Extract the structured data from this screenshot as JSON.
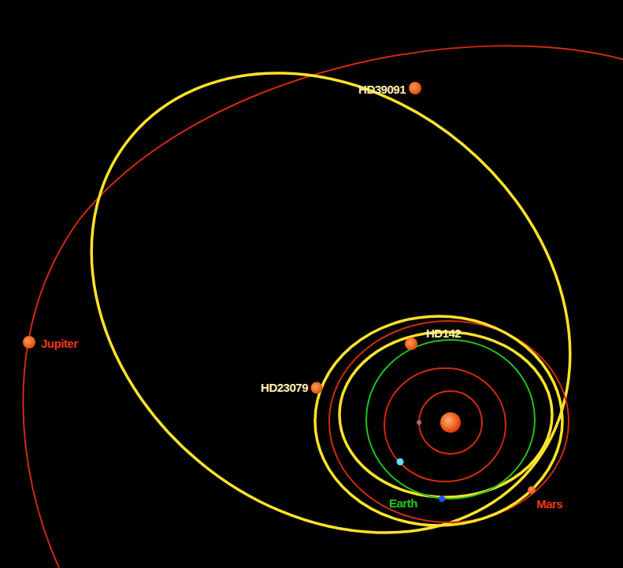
{
  "diagram": {
    "labels": [
      "HD39091",
      "HD142",
      "HD23079",
      "Jupiter",
      "Earth",
      "Mars"
    ]
  }
}
